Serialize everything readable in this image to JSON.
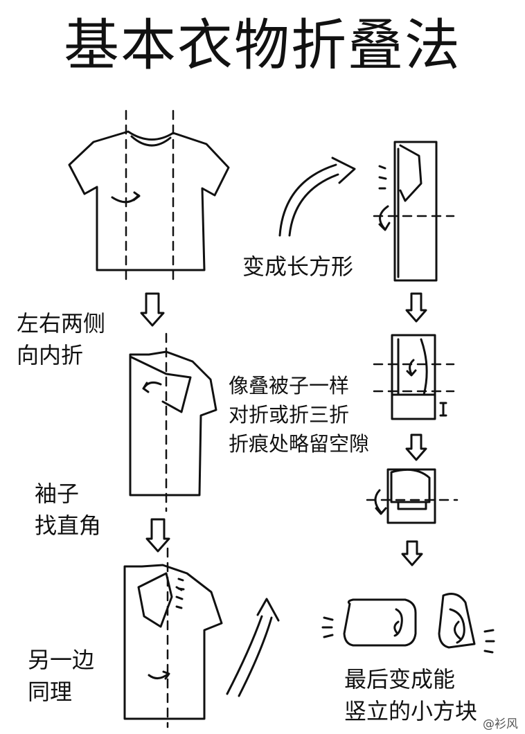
{
  "title": "基本衣物折叠法",
  "labels": {
    "step1": [
      "左右两侧",
      "向内折"
    ],
    "step2": [
      "袖子",
      "找直角"
    ],
    "step3": [
      "另一边",
      "同理"
    ],
    "step4": [
      "变成长方形"
    ],
    "step5": [
      "像叠被子一样",
      "对折或折三折",
      "折痕处略留空隙"
    ],
    "step6": [
      "最后变成能",
      "竖立的小方块"
    ]
  },
  "watermark": "@衫风"
}
